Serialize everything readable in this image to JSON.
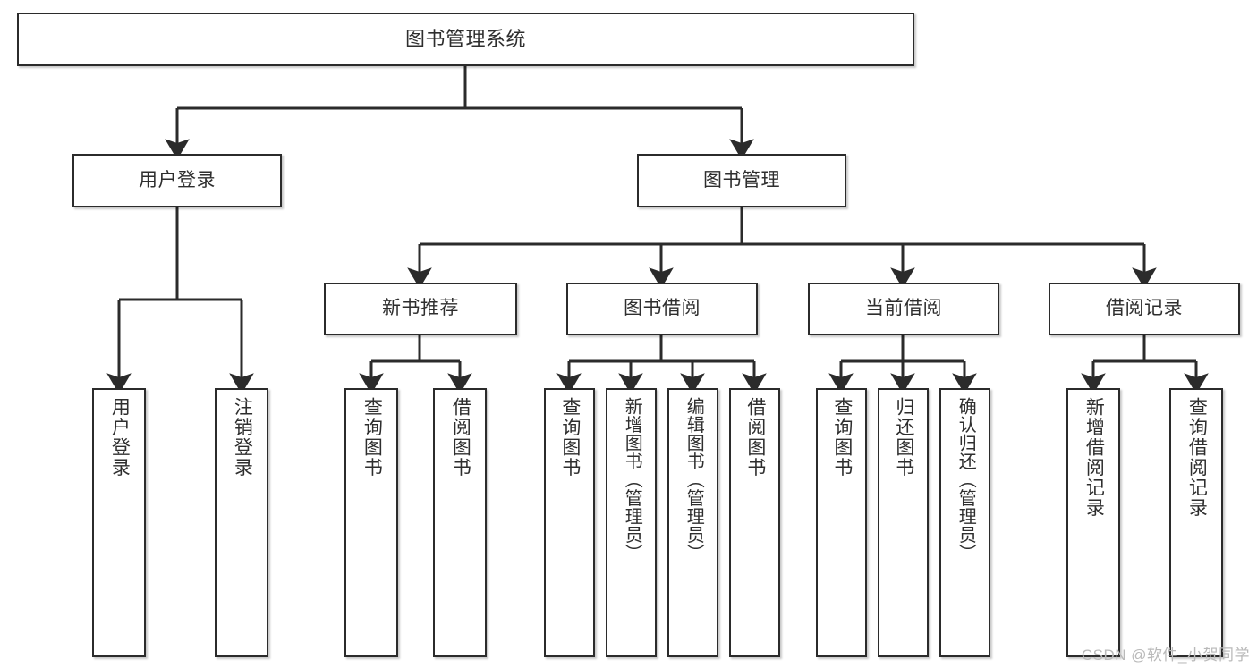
{
  "diagram": {
    "title": "图书管理系统",
    "type": "function-structure-tree",
    "theme": {
      "background": "#ffffff",
      "node_fill": "#ffffff",
      "node_border": "#2b2b2b",
      "edge_color": "#2b2b2b",
      "text_color": "#2e2e2e",
      "watermark_color": "#b9b9b9"
    },
    "root": {
      "id": "root",
      "label": "图书管理系统"
    },
    "level2": [
      {
        "id": "user-login",
        "label": "用户登录"
      },
      {
        "id": "book-manage",
        "label": "图书管理"
      }
    ],
    "level3": [
      {
        "id": "new-book-rec",
        "label": "新书推荐",
        "parent": "book-manage"
      },
      {
        "id": "book-borrow",
        "label": "图书借阅",
        "parent": "book-manage"
      },
      {
        "id": "current-borrow",
        "label": "当前借阅",
        "parent": "book-manage"
      },
      {
        "id": "borrow-record",
        "label": "借阅记录",
        "parent": "book-manage"
      }
    ],
    "leaves": [
      {
        "id": "leaf-user-login",
        "label": "用户登录",
        "parent": "user-login"
      },
      {
        "id": "leaf-user-logout",
        "label": "注销登录",
        "parent": "user-login"
      },
      {
        "id": "leaf-rec-query-book",
        "label": "查询图书",
        "parent": "new-book-rec"
      },
      {
        "id": "leaf-rec-borrow-book",
        "label": "借阅图书",
        "parent": "new-book-rec"
      },
      {
        "id": "leaf-borrow-query-book",
        "label": "查询图书",
        "parent": "book-borrow"
      },
      {
        "id": "leaf-borrow-add-book",
        "label": "新增图书（管理员）",
        "parent": "book-borrow"
      },
      {
        "id": "leaf-borrow-edit-book",
        "label": "编辑图书（管理员）",
        "parent": "book-borrow"
      },
      {
        "id": "leaf-borrow-borrow-book",
        "label": "借阅图书",
        "parent": "book-borrow"
      },
      {
        "id": "leaf-cur-query-book",
        "label": "查询图书",
        "parent": "current-borrow"
      },
      {
        "id": "leaf-cur-return-book",
        "label": "归还图书",
        "parent": "current-borrow"
      },
      {
        "id": "leaf-cur-confirm-return",
        "label": "确认归还（管理员）",
        "parent": "current-borrow"
      },
      {
        "id": "leaf-rec-add-record",
        "label": "新增借阅记录",
        "parent": "borrow-record"
      },
      {
        "id": "leaf-rec-query-record",
        "label": "查询借阅记录",
        "parent": "borrow-record"
      }
    ],
    "watermark": "CSDN @软件_小贺同学"
  }
}
